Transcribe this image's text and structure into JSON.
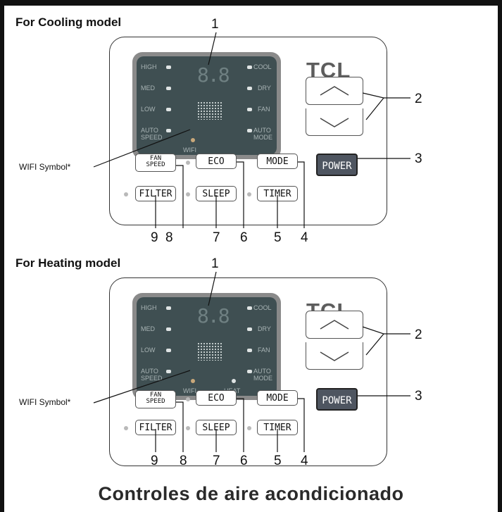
{
  "models": [
    {
      "title": "For Cooling model",
      "lcd": {
        "left_labels": [
          "HIGH",
          "MED",
          "LOW",
          "AUTO",
          "SPEED"
        ],
        "right_labels": [
          "COOL",
          "DRY",
          "FAN",
          "AUTO",
          "MODE"
        ],
        "display_digits": "8.8",
        "wifi_label": "WIFI",
        "heat_label": ""
      },
      "brand": "TCL",
      "wifi_symbol_note": "WIFI Symbol*",
      "buttons": {
        "fan_speed_line1": "FAN",
        "fan_speed_line2": "SPEED",
        "eco": "ECO",
        "mode": "MODE",
        "power": "POWER",
        "filter": "FILTER",
        "sleep": "SLEEP",
        "timer": "TIMER"
      },
      "callout_numbers": {
        "n1": "1",
        "n2": "2",
        "n3": "3",
        "n4": "4",
        "n5": "5",
        "n6": "6",
        "n7": "7",
        "n8": "8",
        "n9": "9"
      }
    },
    {
      "title": "For Heating model",
      "lcd": {
        "left_labels": [
          "HIGH",
          "MED",
          "LOW",
          "AUTO",
          "SPEED"
        ],
        "right_labels": [
          "COOL",
          "DRY",
          "FAN",
          "AUTO",
          "MODE"
        ],
        "display_digits": "8.8",
        "wifi_label": "WIFI",
        "heat_label": "HEAT"
      },
      "brand": "TCL",
      "wifi_symbol_note": "WIFI Symbol*",
      "buttons": {
        "fan_speed_line1": "FAN",
        "fan_speed_line2": "SPEED",
        "eco": "ECO",
        "mode": "MODE",
        "power": "POWER",
        "filter": "FILTER",
        "sleep": "SLEEP",
        "timer": "TIMER"
      },
      "callout_numbers": {
        "n1": "1",
        "n2": "2",
        "n3": "3",
        "n4": "4",
        "n5": "5",
        "n6": "6",
        "n7": "7",
        "n8": "8",
        "n9": "9"
      }
    }
  ],
  "footer_title": "Controles de aire acondicionado"
}
